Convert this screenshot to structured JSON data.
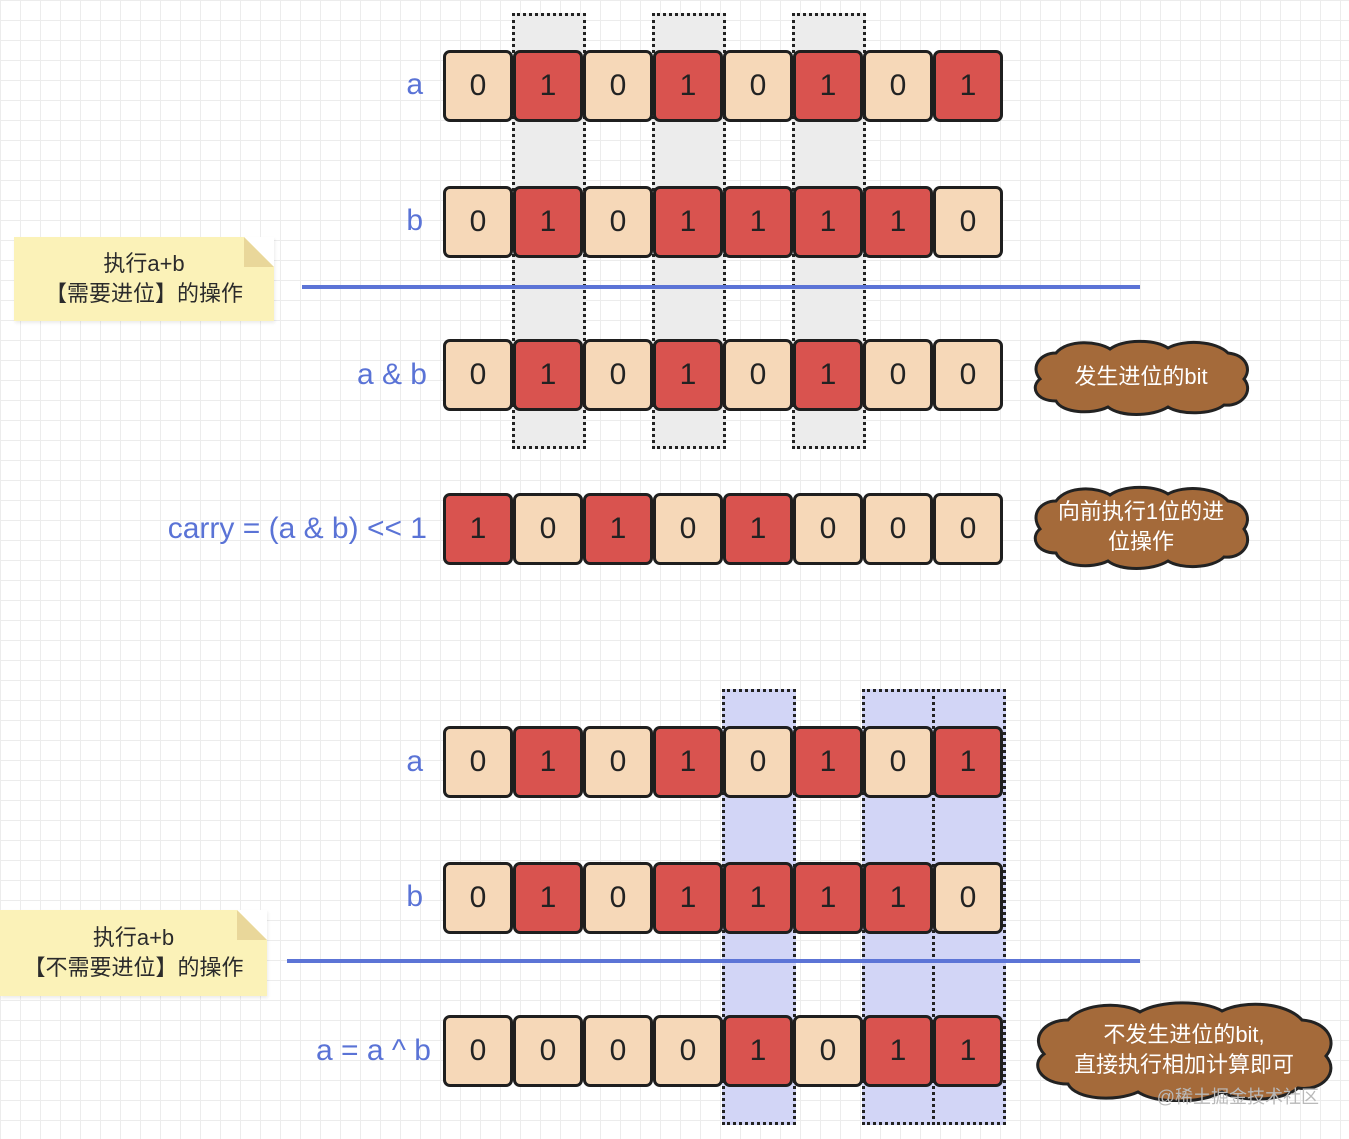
{
  "top": {
    "rows": [
      {
        "label": "a",
        "bits": [
          "0",
          "1",
          "0",
          "1",
          "0",
          "1",
          "0",
          "1"
        ]
      },
      {
        "label": "b",
        "bits": [
          "0",
          "1",
          "0",
          "1",
          "1",
          "1",
          "1",
          "0"
        ]
      },
      {
        "label": "a & b",
        "bits": [
          "0",
          "1",
          "0",
          "1",
          "0",
          "1",
          "0",
          "0"
        ]
      },
      {
        "label": "carry = (a & b) << 1",
        "bits": [
          "1",
          "0",
          "1",
          "0",
          "1",
          "0",
          "0",
          "0"
        ]
      }
    ],
    "note": {
      "line1": "执行a+b",
      "line2": "【需要进位】的操作"
    },
    "clouds": [
      {
        "lines": [
          "发生进位的bit"
        ]
      },
      {
        "lines": [
          "向前执行1位的进",
          "位操作"
        ]
      }
    ]
  },
  "bottom": {
    "rows": [
      {
        "label": "a",
        "bits": [
          "0",
          "1",
          "0",
          "1",
          "0",
          "1",
          "0",
          "1"
        ]
      },
      {
        "label": "b",
        "bits": [
          "0",
          "1",
          "0",
          "1",
          "1",
          "1",
          "1",
          "0"
        ]
      },
      {
        "label": "a = a ^ b",
        "bits": [
          "0",
          "0",
          "0",
          "0",
          "1",
          "0",
          "1",
          "1"
        ]
      }
    ],
    "note": {
      "line1": "执行a+b",
      "line2": "【不需要进位】的操作"
    },
    "clouds": [
      {
        "lines": [
          "不发生进位的bit,",
          "直接执行相加计算即可"
        ]
      }
    ]
  },
  "colors": {
    "one": "#d9534f",
    "zero": "#f6d8b8",
    "label": "#5a73d6",
    "divider": "#5c74d6",
    "note": "#fbf2b8",
    "cloud": "#a46a3a",
    "highlight_top": "#ececec",
    "highlight_bottom": "#d2d5f6"
  },
  "watermark": "@稀土掘金技术社区"
}
